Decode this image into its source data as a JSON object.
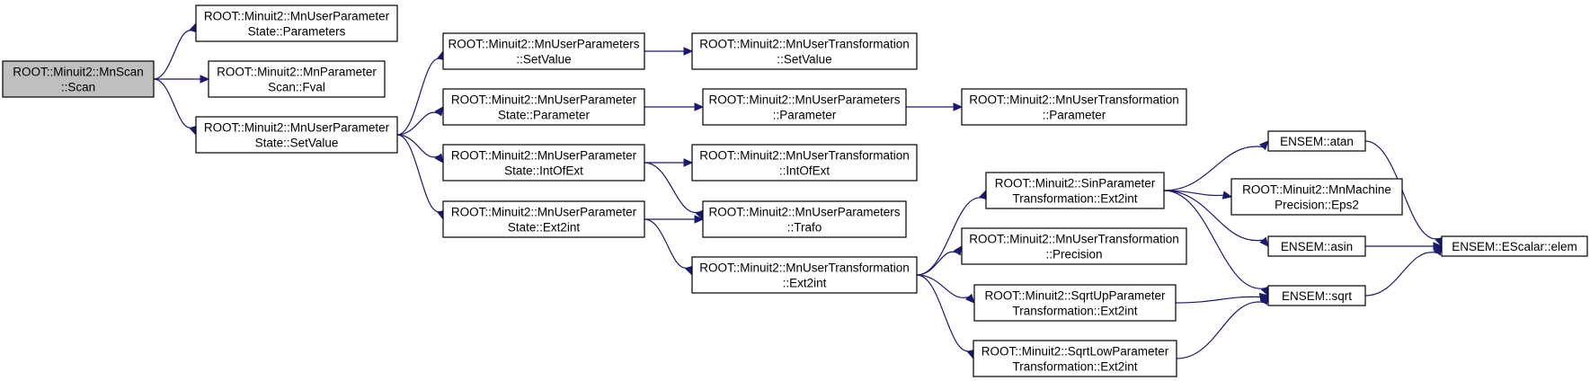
{
  "diagram": {
    "nodes": [
      {
        "id": "n0",
        "lines": [
          "ROOT::Minuit2::MnScan",
          "::Scan"
        ],
        "root": true
      },
      {
        "id": "n1",
        "lines": [
          "ROOT::Minuit2::MnUserParameter",
          "State::Parameters"
        ]
      },
      {
        "id": "n2",
        "lines": [
          "ROOT::Minuit2::MnParameter",
          "Scan::Fval"
        ]
      },
      {
        "id": "n3",
        "lines": [
          "ROOT::Minuit2::MnUserParameter",
          "State::SetValue"
        ]
      },
      {
        "id": "n4",
        "lines": [
          "ROOT::Minuit2::MnUserParameters",
          "::SetValue"
        ]
      },
      {
        "id": "n5",
        "lines": [
          "ROOT::Minuit2::MnUserParameter",
          "State::Parameter"
        ]
      },
      {
        "id": "n6",
        "lines": [
          "ROOT::Minuit2::MnUserParameter",
          "State::IntOfExt"
        ]
      },
      {
        "id": "n7",
        "lines": [
          "ROOT::Minuit2::MnUserParameter",
          "State::Ext2int"
        ]
      },
      {
        "id": "n8",
        "lines": [
          "ROOT::Minuit2::MnUserTransformation",
          "::SetValue"
        ]
      },
      {
        "id": "n9",
        "lines": [
          "ROOT::Minuit2::MnUserParameters",
          "::Parameter"
        ]
      },
      {
        "id": "n10",
        "lines": [
          "ROOT::Minuit2::MnUserTransformation",
          "::IntOfExt"
        ]
      },
      {
        "id": "n11",
        "lines": [
          "ROOT::Minuit2::MnUserParameters",
          "::Trafo"
        ]
      },
      {
        "id": "n12",
        "lines": [
          "ROOT::Minuit2::MnUserTransformation",
          "::Ext2int"
        ]
      },
      {
        "id": "n13",
        "lines": [
          "ROOT::Minuit2::MnUserTransformation",
          "::Parameter"
        ]
      },
      {
        "id": "n14",
        "lines": [
          "ROOT::Minuit2::SinParameter",
          "Transformation::Ext2int"
        ]
      },
      {
        "id": "n15",
        "lines": [
          "ROOT::Minuit2::MnUserTransformation",
          "::Precision"
        ]
      },
      {
        "id": "n16",
        "lines": [
          "ROOT::Minuit2::SqrtUpParameter",
          "Transformation::Ext2int"
        ]
      },
      {
        "id": "n17",
        "lines": [
          "ROOT::Minuit2::SqrtLowParameter",
          "Transformation::Ext2int"
        ]
      },
      {
        "id": "n18",
        "lines": [
          "ENSEM::atan"
        ]
      },
      {
        "id": "n19",
        "lines": [
          "ROOT::Minuit2::MnMachine",
          "Precision::Eps2"
        ]
      },
      {
        "id": "n20",
        "lines": [
          "ENSEM::asin"
        ]
      },
      {
        "id": "n21",
        "lines": [
          "ENSEM::sqrt"
        ]
      },
      {
        "id": "n22",
        "lines": [
          "ENSEM::EScalar::elem"
        ]
      }
    ],
    "edges": [
      [
        "n0",
        "n1"
      ],
      [
        "n0",
        "n2"
      ],
      [
        "n0",
        "n3"
      ],
      [
        "n3",
        "n4"
      ],
      [
        "n3",
        "n5"
      ],
      [
        "n3",
        "n6"
      ],
      [
        "n3",
        "n7"
      ],
      [
        "n4",
        "n8"
      ],
      [
        "n5",
        "n9"
      ],
      [
        "n9",
        "n13"
      ],
      [
        "n6",
        "n10"
      ],
      [
        "n6",
        "n11"
      ],
      [
        "n7",
        "n11"
      ],
      [
        "n7",
        "n12"
      ],
      [
        "n12",
        "n14"
      ],
      [
        "n12",
        "n15"
      ],
      [
        "n12",
        "n16"
      ],
      [
        "n12",
        "n17"
      ],
      [
        "n14",
        "n18"
      ],
      [
        "n14",
        "n19"
      ],
      [
        "n14",
        "n20"
      ],
      [
        "n14",
        "n21"
      ],
      [
        "n16",
        "n21"
      ],
      [
        "n17",
        "n21"
      ],
      [
        "n18",
        "n22"
      ],
      [
        "n20",
        "n22"
      ],
      [
        "n21",
        "n22"
      ]
    ]
  }
}
